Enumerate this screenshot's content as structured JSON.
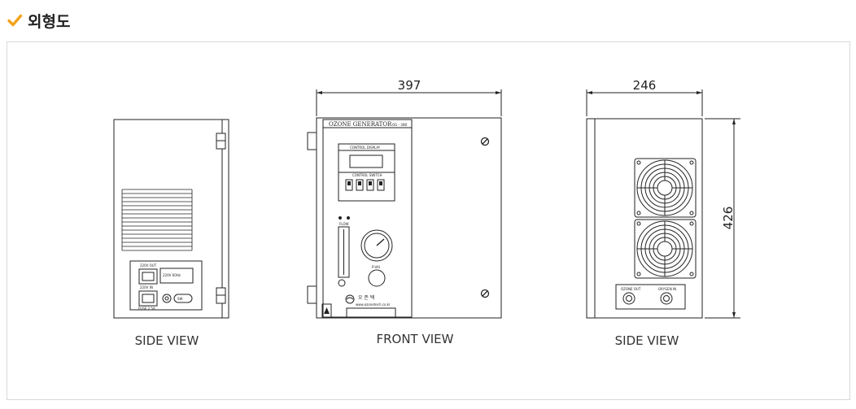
{
  "header": {
    "title": "외형도",
    "check_color": "#f2a31b"
  },
  "captions": {
    "side_left": "SIDE VIEW",
    "front": "FRONT VIEW",
    "side_right": "SIDE VIEW"
  },
  "dimensions": {
    "front_width": "397",
    "side_width": "246",
    "height": "426"
  },
  "front_panel": {
    "nameplate": "OZONE GENERATOR",
    "model": "OG - 30B",
    "control_display": "CONTROL DISPLAY",
    "control_switch": "CONTROL SWITCH",
    "flow": "FLOW",
    "gauge_label": "P-VAI",
    "company_kr": "오 존 텍",
    "company_url": "www.ozonetech.co.kr"
  },
  "left_panel": {
    "out_label": "220V OUT",
    "in_label": "220V IN",
    "fuse_label": "FUSE 2.5A",
    "spec_line": "220V 60Hz",
    "sw_label": "SW"
  },
  "right_panel": {
    "ozone_out": "OZONE OUT",
    "oxygen_in": "OXYGEN IN"
  }
}
